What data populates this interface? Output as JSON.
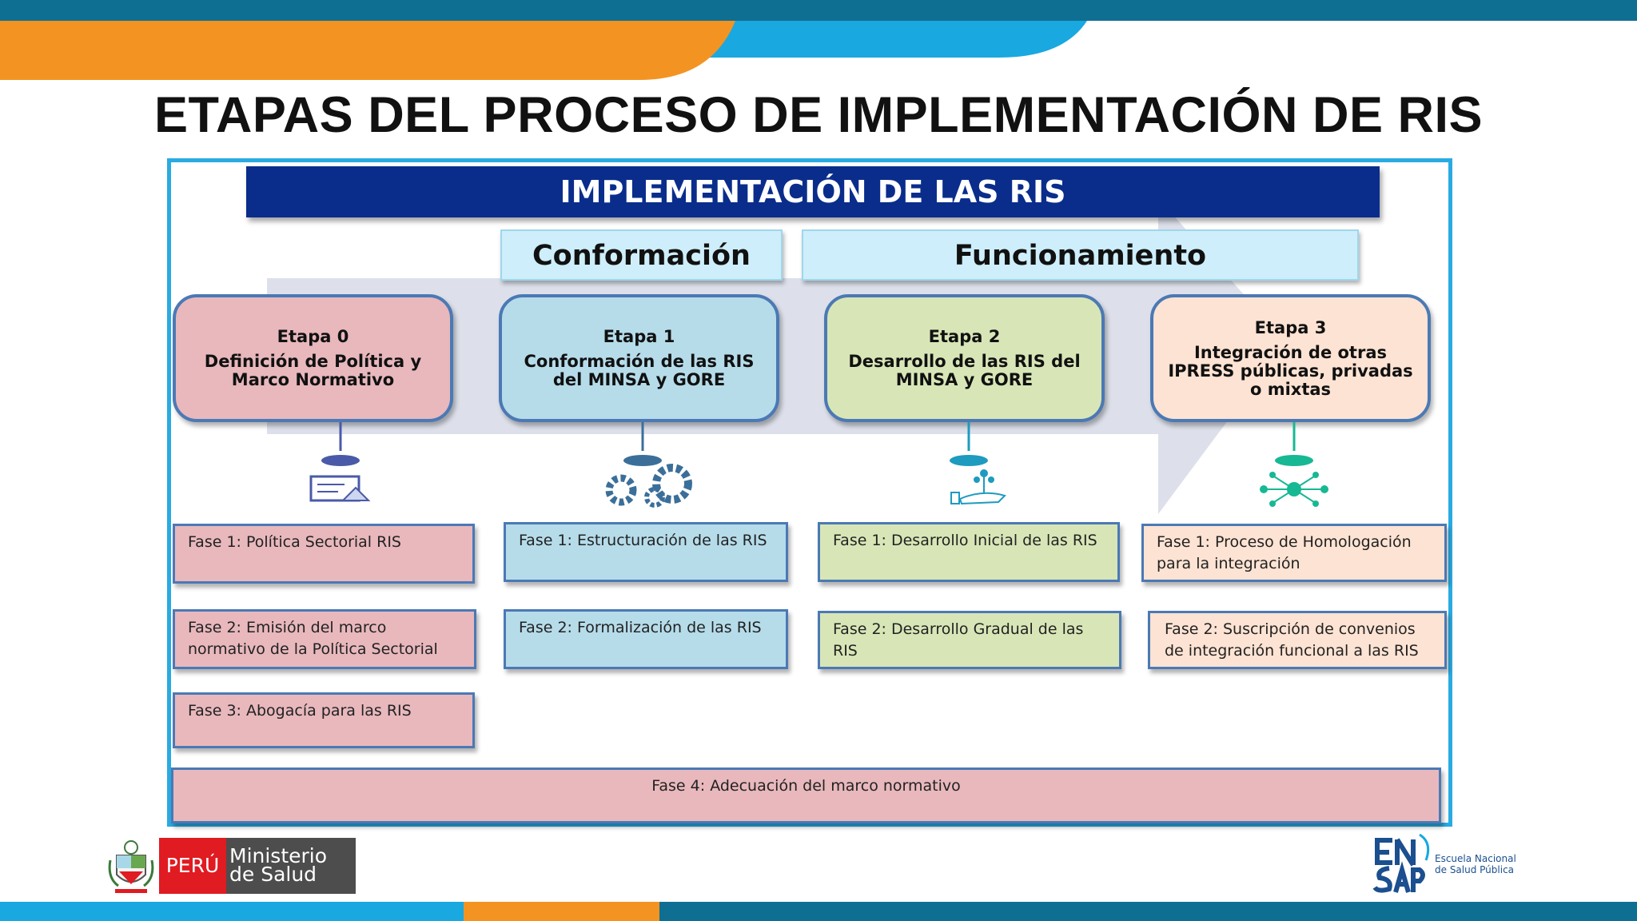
{
  "title": "ETAPAS DEL PROCESO DE IMPLEMENTACIÓN DE RIS",
  "banner": "IMPLEMENTACIÓN DE LAS RIS",
  "phases": {
    "conformacion": "Conformación",
    "funcionamiento": "Funcionamiento"
  },
  "etapas": [
    {
      "title": "Etapa 0",
      "desc": "Definición de Política y Marco Normativo"
    },
    {
      "title": "Etapa 1",
      "desc": "Conformación de las RIS del MINSA y GORE"
    },
    {
      "title": "Etapa 2",
      "desc": "Desarrollo de las RIS del MINSA y GORE"
    },
    {
      "title": "Etapa 3",
      "desc": "Integración de otras IPRESS públicas, privadas o mixtas"
    }
  ],
  "fases": {
    "e0": [
      "Fase 1: Política Sectorial RIS",
      "Fase 2: Emisión del marco normativo de la Política Sectorial",
      "Fase 3: Abogacía para las RIS"
    ],
    "e1": [
      "Fase 1: Estructuración de las RIS",
      "Fase 2: Formalización de las RIS"
    ],
    "e2": [
      "Fase 1: Desarrollo Inicial de las RIS",
      "Fase 2: Desarrollo Gradual de las RIS"
    ],
    "e3": [
      "Fase 1: Proceso de Homologación para la integración",
      "Fase 2: Suscripción de convenios de integración funcional a las RIS"
    ],
    "fase4": "Fase 4:  Adecuación del marco normativo"
  },
  "footer": {
    "peru": "PERÚ",
    "ministerio_line1": "Ministerio",
    "ministerio_line2": "de Salud",
    "ensap_line1": "Escuela Nacional",
    "ensap_line2": "de Salud Pública"
  },
  "colors": {
    "banner": "#0a2d8c",
    "phase": "#cdeefa",
    "etapa0": "#e8b8bd",
    "etapa1": "#b6dcea",
    "etapa2": "#d8e6b7",
    "etapa3": "#fde3d3",
    "border": "#4b79b5",
    "frame": "#29abe2",
    "orange": "#f39422",
    "teal": "#0f6f92"
  }
}
